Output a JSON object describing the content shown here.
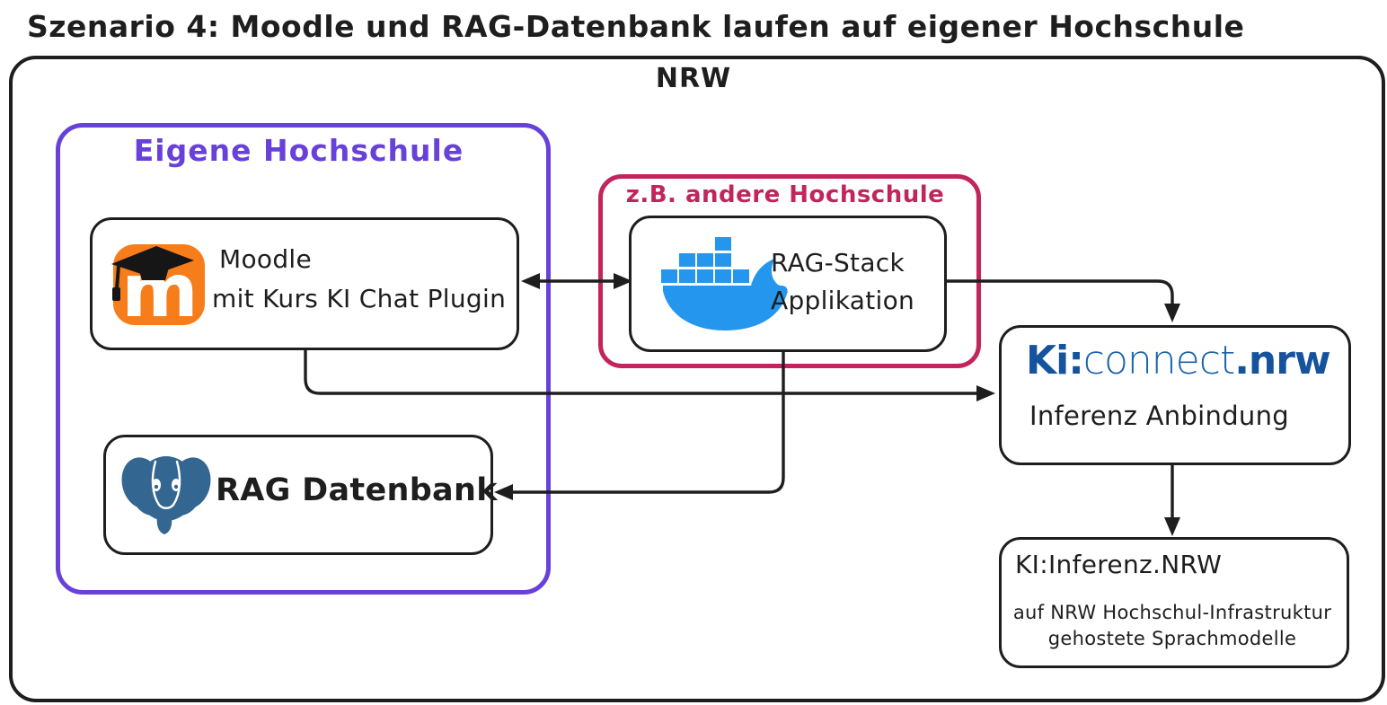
{
  "title": "Szenario 4: Moodle und RAG-Datenbank laufen auf eigener Hochschule",
  "outer": {
    "label": "NRW"
  },
  "groups": {
    "eigene_hochschule": {
      "label": "Eigene Hochschule"
    },
    "andere_hochschule": {
      "label": "z.B. andere Hochschule"
    }
  },
  "nodes": {
    "moodle": {
      "line1": "Moodle",
      "line2": "mit Kurs KI Chat Plugin",
      "icon": "moodle-icon"
    },
    "rag_datenbank": {
      "label": "RAG Datenbank",
      "icon": "postgresql-icon"
    },
    "rag_stack": {
      "line1": "RAG-Stack",
      "line2": "Applikation",
      "icon": "docker-icon"
    },
    "ki_connect": {
      "logo_part1": "Ki",
      "logo_colon": ":",
      "logo_part2": "connect",
      "logo_part3": ".nrw",
      "subtitle": "Inferenz Anbindung"
    },
    "ki_inferenz": {
      "title": "KI:Inferenz.NRW",
      "line1": "auf NRW Hochschul-Infrastruktur",
      "line2": "gehostete Sprachmodelle"
    }
  },
  "connections": [
    {
      "from": "moodle",
      "to": "rag_stack",
      "direction": "bidirectional"
    },
    {
      "from": "rag_stack",
      "to": "ki_connect",
      "direction": "one-way"
    },
    {
      "from": "moodle",
      "to": "ki_connect",
      "direction": "one-way"
    },
    {
      "from": "rag_stack",
      "to": "rag_datenbank",
      "direction": "one-way"
    },
    {
      "from": "ki_connect",
      "to": "ki_inferenz",
      "direction": "one-way"
    }
  ],
  "colors": {
    "purple": "#6741d9",
    "pink": "#c2255c",
    "ink": "#1e1e1e",
    "moodle-orange": "#f77d1a",
    "docker-blue": "#2496ed",
    "postgres-blue": "#336791",
    "logo-blue": "#15539e",
    "logo-blue-light": "#1b63ab"
  }
}
